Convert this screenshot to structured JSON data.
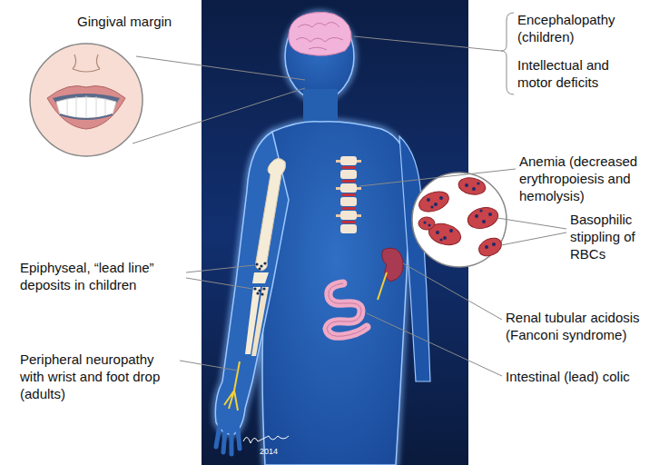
{
  "diagram": {
    "labels": [
      "Gingival margin",
      "Encephalopathy (children)",
      "Intellectual and motor deficits",
      "Anemia (decreased erythropoiesis and hemolysis)",
      "Basophilic stippling of RBCs",
      "Epiphyseal, “lead line” deposits in children",
      "Renal tubular acidosis (Fanconi syndrome)",
      "Intestinal (lead) colic",
      "Peripheral neuropathy with wrist and foot drop (adults)",
      "2014"
    ]
  }
}
